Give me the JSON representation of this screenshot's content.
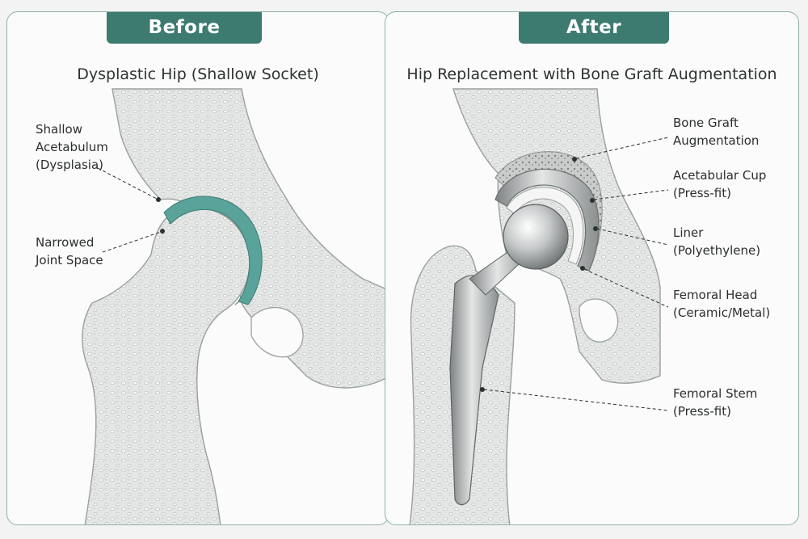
{
  "before": {
    "tab": "Before",
    "title": "Dysplastic Hip (Shallow Socket)",
    "labels": [
      {
        "id": "shallow-acetabulum",
        "lines": [
          "Shallow",
          "Acetabulum",
          "(Dysplasia)"
        ]
      },
      {
        "id": "narrowed-joint-space",
        "lines": [
          "Narrowed",
          "Joint Space"
        ]
      }
    ]
  },
  "after": {
    "tab": "After",
    "title": "Hip Replacement with Bone Graft Augmentation",
    "labels": [
      {
        "id": "bone-graft",
        "lines": [
          "Bone Graft",
          "Augmentation"
        ]
      },
      {
        "id": "acetabular-cup",
        "lines": [
          "Acetabular Cup",
          "(Press-fit)"
        ]
      },
      {
        "id": "liner",
        "lines": [
          "Liner",
          "(Polyethylene)"
        ]
      },
      {
        "id": "femoral-head",
        "lines": [
          "Femoral Head",
          "(Ceramic/Metal)"
        ]
      },
      {
        "id": "femoral-stem",
        "lines": [
          "Femoral Stem",
          "(Press-fit)"
        ]
      }
    ]
  },
  "colors": {
    "accent": "#3d7b70",
    "cartilage": "#5aa39a",
    "bone": "#e6e8e6",
    "bone_outline": "#9aa09d",
    "metal": "#a9acad"
  }
}
